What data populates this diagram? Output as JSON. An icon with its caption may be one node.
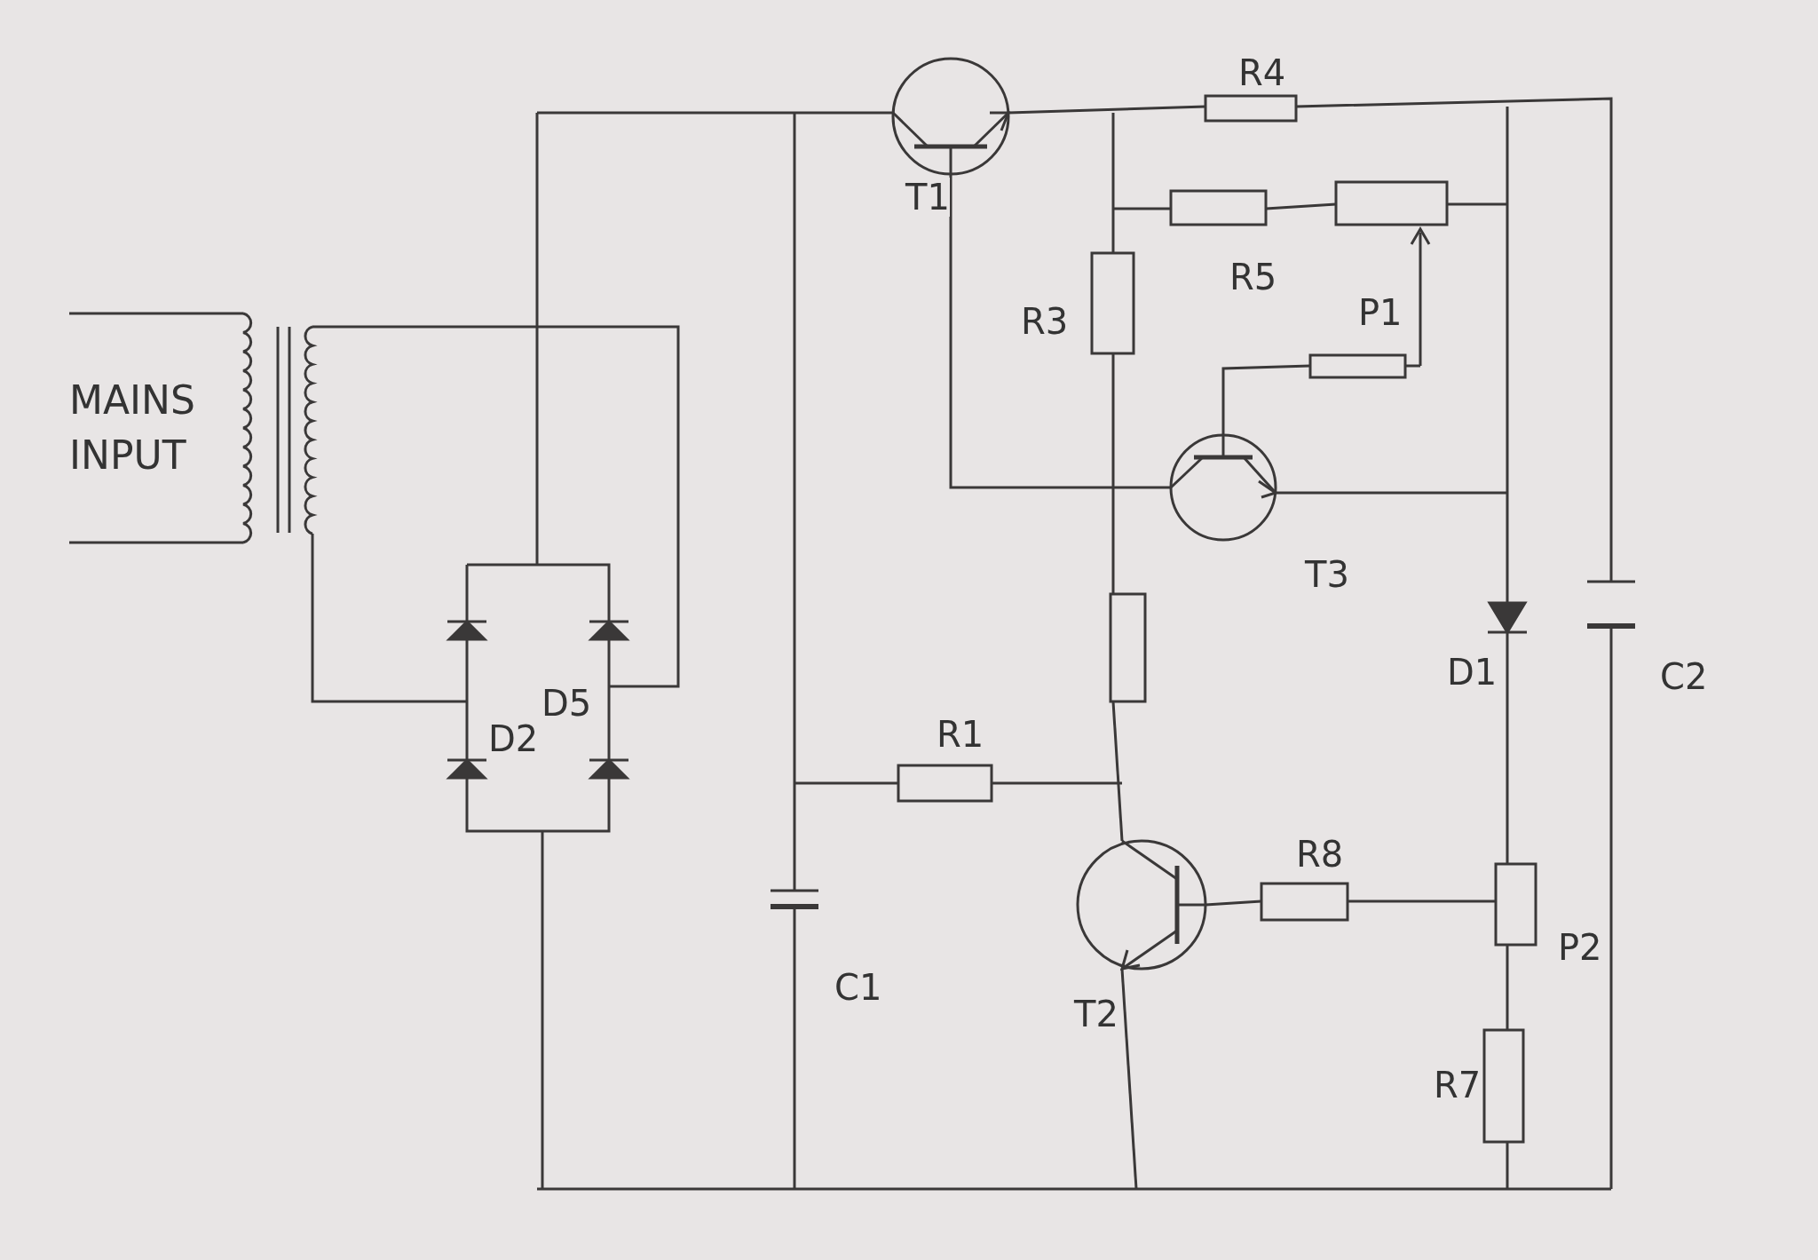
{
  "diagram": {
    "labels": [
      "R4",
      "T1",
      "R3",
      "R5",
      "P1",
      "MAINS INPUT",
      "T3",
      "D1",
      "C2",
      "D2",
      "D5",
      "R1",
      "R8",
      "P2",
      "C1",
      "T2",
      "R7"
    ]
  }
}
